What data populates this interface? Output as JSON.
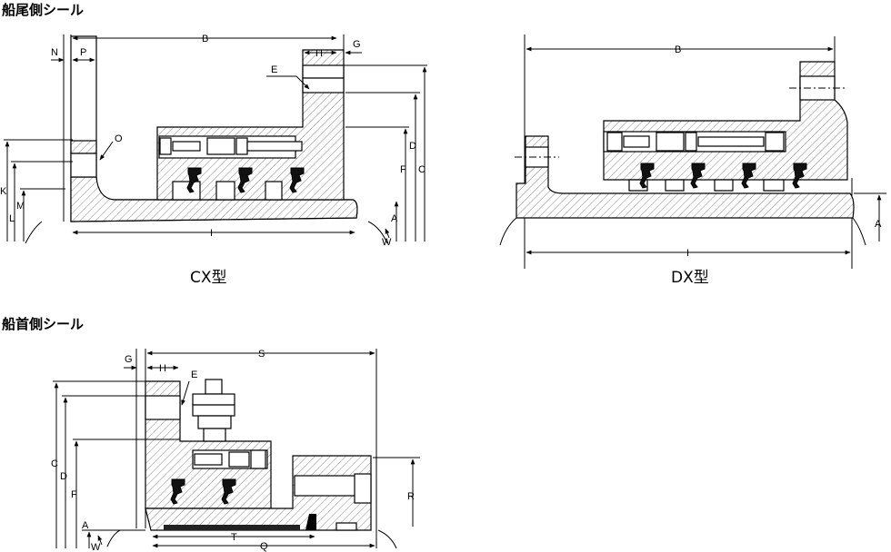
{
  "sections": {
    "stern_title": "船尾側シール",
    "bow_title": "船首側シール"
  },
  "captions": {
    "cx": "CX型",
    "dx": "DX型"
  },
  "cx_labels": {
    "N": "N",
    "P": "P",
    "B": "B",
    "H": "H",
    "G": "G",
    "E": "E",
    "O": "O",
    "K": "K",
    "M": "M",
    "L": "L",
    "D": "D",
    "F": "F",
    "C": "C",
    "A": "A",
    "I": "I",
    "W": "W"
  },
  "dx_labels": {
    "B": "B",
    "A": "A",
    "I": "I"
  },
  "bow_labels": {
    "G": "G",
    "H": "H",
    "E": "E",
    "S": "S",
    "C": "C",
    "D": "D",
    "F": "F",
    "A": "A",
    "W": "W",
    "R": "R",
    "T": "T",
    "Q": "Q"
  }
}
